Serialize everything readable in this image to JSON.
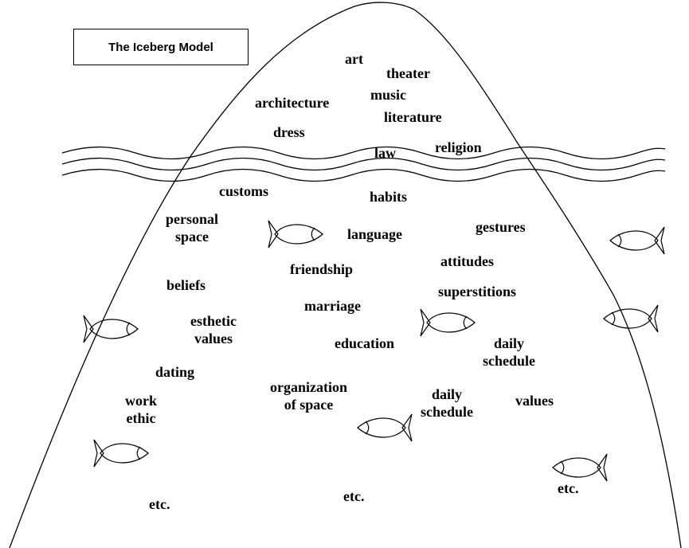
{
  "title": "The Iceberg Model",
  "above_water": [
    "art",
    "theater",
    "architecture",
    "music",
    "literature",
    "dress",
    "law",
    "religion"
  ],
  "below_water": [
    "customs",
    "habits",
    "personal\nspace",
    "language",
    "gestures",
    "friendship",
    "attitudes",
    "beliefs",
    "superstitions",
    "marriage",
    "esthetic\nvalues",
    "education",
    "daily\nschedule",
    "dating",
    "organization\nof space",
    "work\nethic",
    "daily\nschedule",
    "values",
    "etc.",
    "etc.",
    "etc."
  ],
  "icons": [
    "iceberg-outline",
    "water-wave",
    "fish-icon"
  ],
  "colors": {
    "line": "#000000",
    "background": "#ffffff"
  }
}
